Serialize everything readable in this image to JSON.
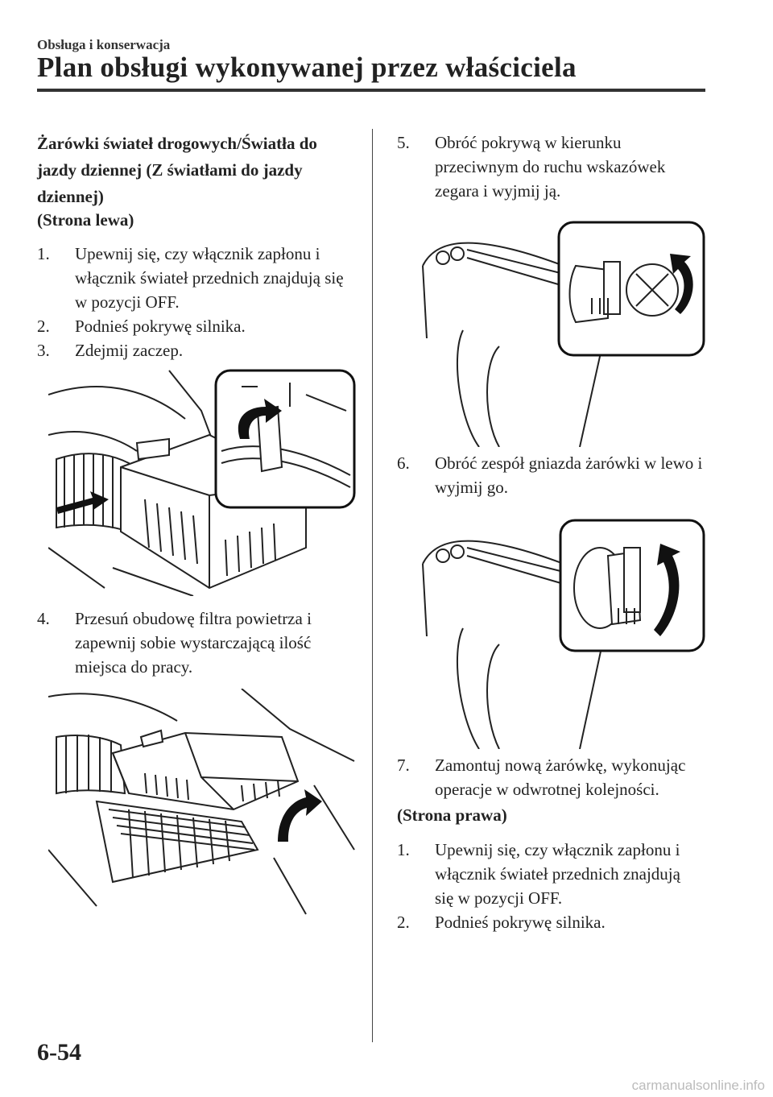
{
  "header": {
    "section": "Obsługa i konserwacja",
    "title": "Plan obsługi wykonywanej przez właściciela"
  },
  "left": {
    "heading": "Żarówki świateł drogowych/Światła do jazdy dziennej (Z światłami do jazdy dziennej)",
    "subheading": "(Strona lewa)",
    "steps": [
      {
        "num": "1.",
        "text": "Upewnij się, czy włącznik zapłonu i włącznik świateł przednich znajdują się w pozycji OFF."
      },
      {
        "num": "2.",
        "text": "Podnieś pokrywę silnika."
      },
      {
        "num": "3.",
        "text": "Zdejmij zaczep."
      },
      {
        "num": "4.",
        "text": "Przesuń obudowę filtra powietrza i zapewnij sobie wystarczającą ilość miejsca do pracy."
      }
    ]
  },
  "right": {
    "steps": [
      {
        "num": "5.",
        "text": "Obróć pokrywą w kierunku przeciwnym do ruchu wskazówek zegara i wyjmij ją."
      },
      {
        "num": "6.",
        "text": "Obróć zespół gniazda żarówki w lewo i wyjmij go."
      },
      {
        "num": "7.",
        "text": "Zamontuj nową żarówkę, wykonując operacje w odwrotnej kolejności."
      }
    ],
    "subheading": "(Strona prawa)",
    "steps2": [
      {
        "num": "1.",
        "text": "Upewnij się, czy włącznik zapłonu i włącznik świateł przednich znajdują się w pozycji OFF."
      },
      {
        "num": "2.",
        "text": "Podnieś pokrywę silnika."
      }
    ]
  },
  "footer": {
    "page_number": "6-54",
    "watermark": "carmanualsonline.info"
  }
}
